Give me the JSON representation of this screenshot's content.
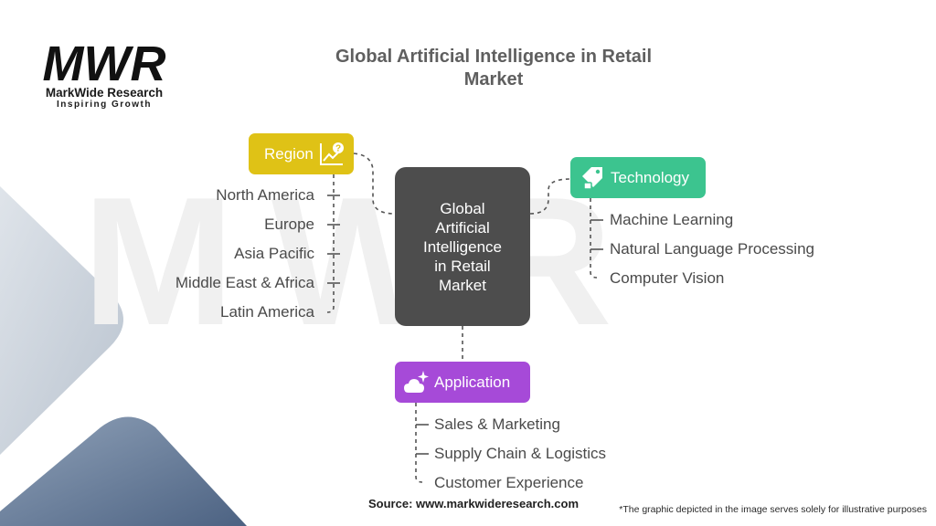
{
  "header": {
    "title_line1": "Global Artificial Intelligence in Retail",
    "title_line2": "Market"
  },
  "logo": {
    "mark": "MWR",
    "name": "MarkWide Research",
    "tagline": "Inspiring Growth"
  },
  "center": {
    "lines": [
      "Global",
      "Artificial",
      "Intelligence",
      "in Retail",
      "Market"
    ]
  },
  "branches": {
    "region": {
      "label": "Region",
      "icon": "chart-question-icon",
      "items": [
        "North America",
        "Europe",
        "Asia Pacific",
        "Middle East & Africa",
        "Latin America"
      ]
    },
    "technology": {
      "label": "Technology",
      "icon": "price-tag-icon",
      "items": [
        "Machine Learning",
        "Natural Language Processing",
        "Computer Vision"
      ]
    },
    "application": {
      "label": "Application",
      "icon": "sparkle-cloud-icon",
      "items": [
        "Sales & Marketing",
        "Supply Chain & Logistics",
        "Customer Experience"
      ]
    }
  },
  "footer": {
    "source": "Source: www.markwideresearch.com",
    "note": "*The graphic depicted in the image serves solely for illustrative purposes"
  },
  "colors": {
    "region": "#dfc216",
    "technology": "#3cc48f",
    "application": "#a64ad8",
    "center": "#4d4d4d"
  }
}
